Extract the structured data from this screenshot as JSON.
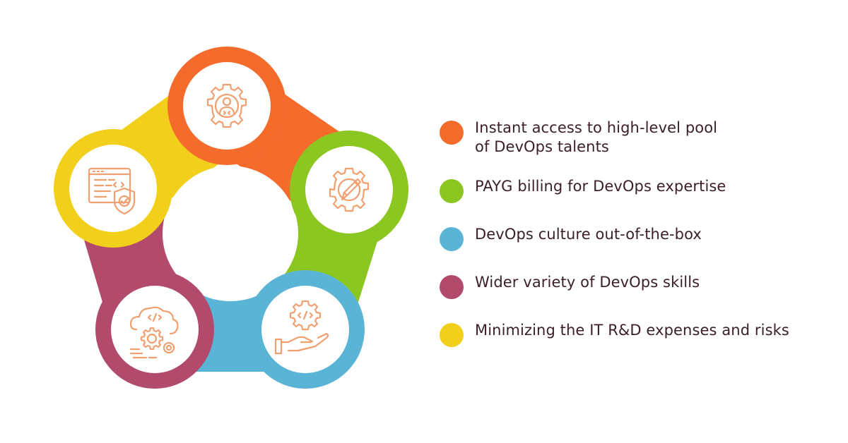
{
  "colors": {
    "orange": "#f46b2c",
    "green": "#8cc620",
    "blue": "#5ab4d6",
    "maroon": "#b24a6b",
    "yellow": "#f2cf1b",
    "icon_stroke": "#f0a070",
    "text": "#3b1e2a"
  },
  "nodes": [
    {
      "id": "node-top",
      "color": "orange",
      "icon": "gear-person-icon"
    },
    {
      "id": "node-right",
      "color": "green",
      "icon": "gear-pencil-icon"
    },
    {
      "id": "node-bottom-right",
      "color": "blue",
      "icon": "hand-gear-code-icon"
    },
    {
      "id": "node-bottom-left",
      "color": "maroon",
      "icon": "cloud-gears-icon"
    },
    {
      "id": "node-left",
      "color": "yellow",
      "icon": "browser-shield-icon"
    }
  ],
  "legend": [
    {
      "color": "orange",
      "lines": [
        "Instant access to high-level pool",
        "of DevOps talents"
      ]
    },
    {
      "color": "green",
      "lines": [
        "PAYG billing for DevOps expertise"
      ]
    },
    {
      "color": "blue",
      "lines": [
        "DevOps culture out-of-the-box"
      ]
    },
    {
      "color": "maroon",
      "lines": [
        "Wider variety of DevOps skills"
      ]
    },
    {
      "color": "yellow",
      "lines": [
        "Minimizing the IT R&D expenses and risks"
      ]
    }
  ]
}
